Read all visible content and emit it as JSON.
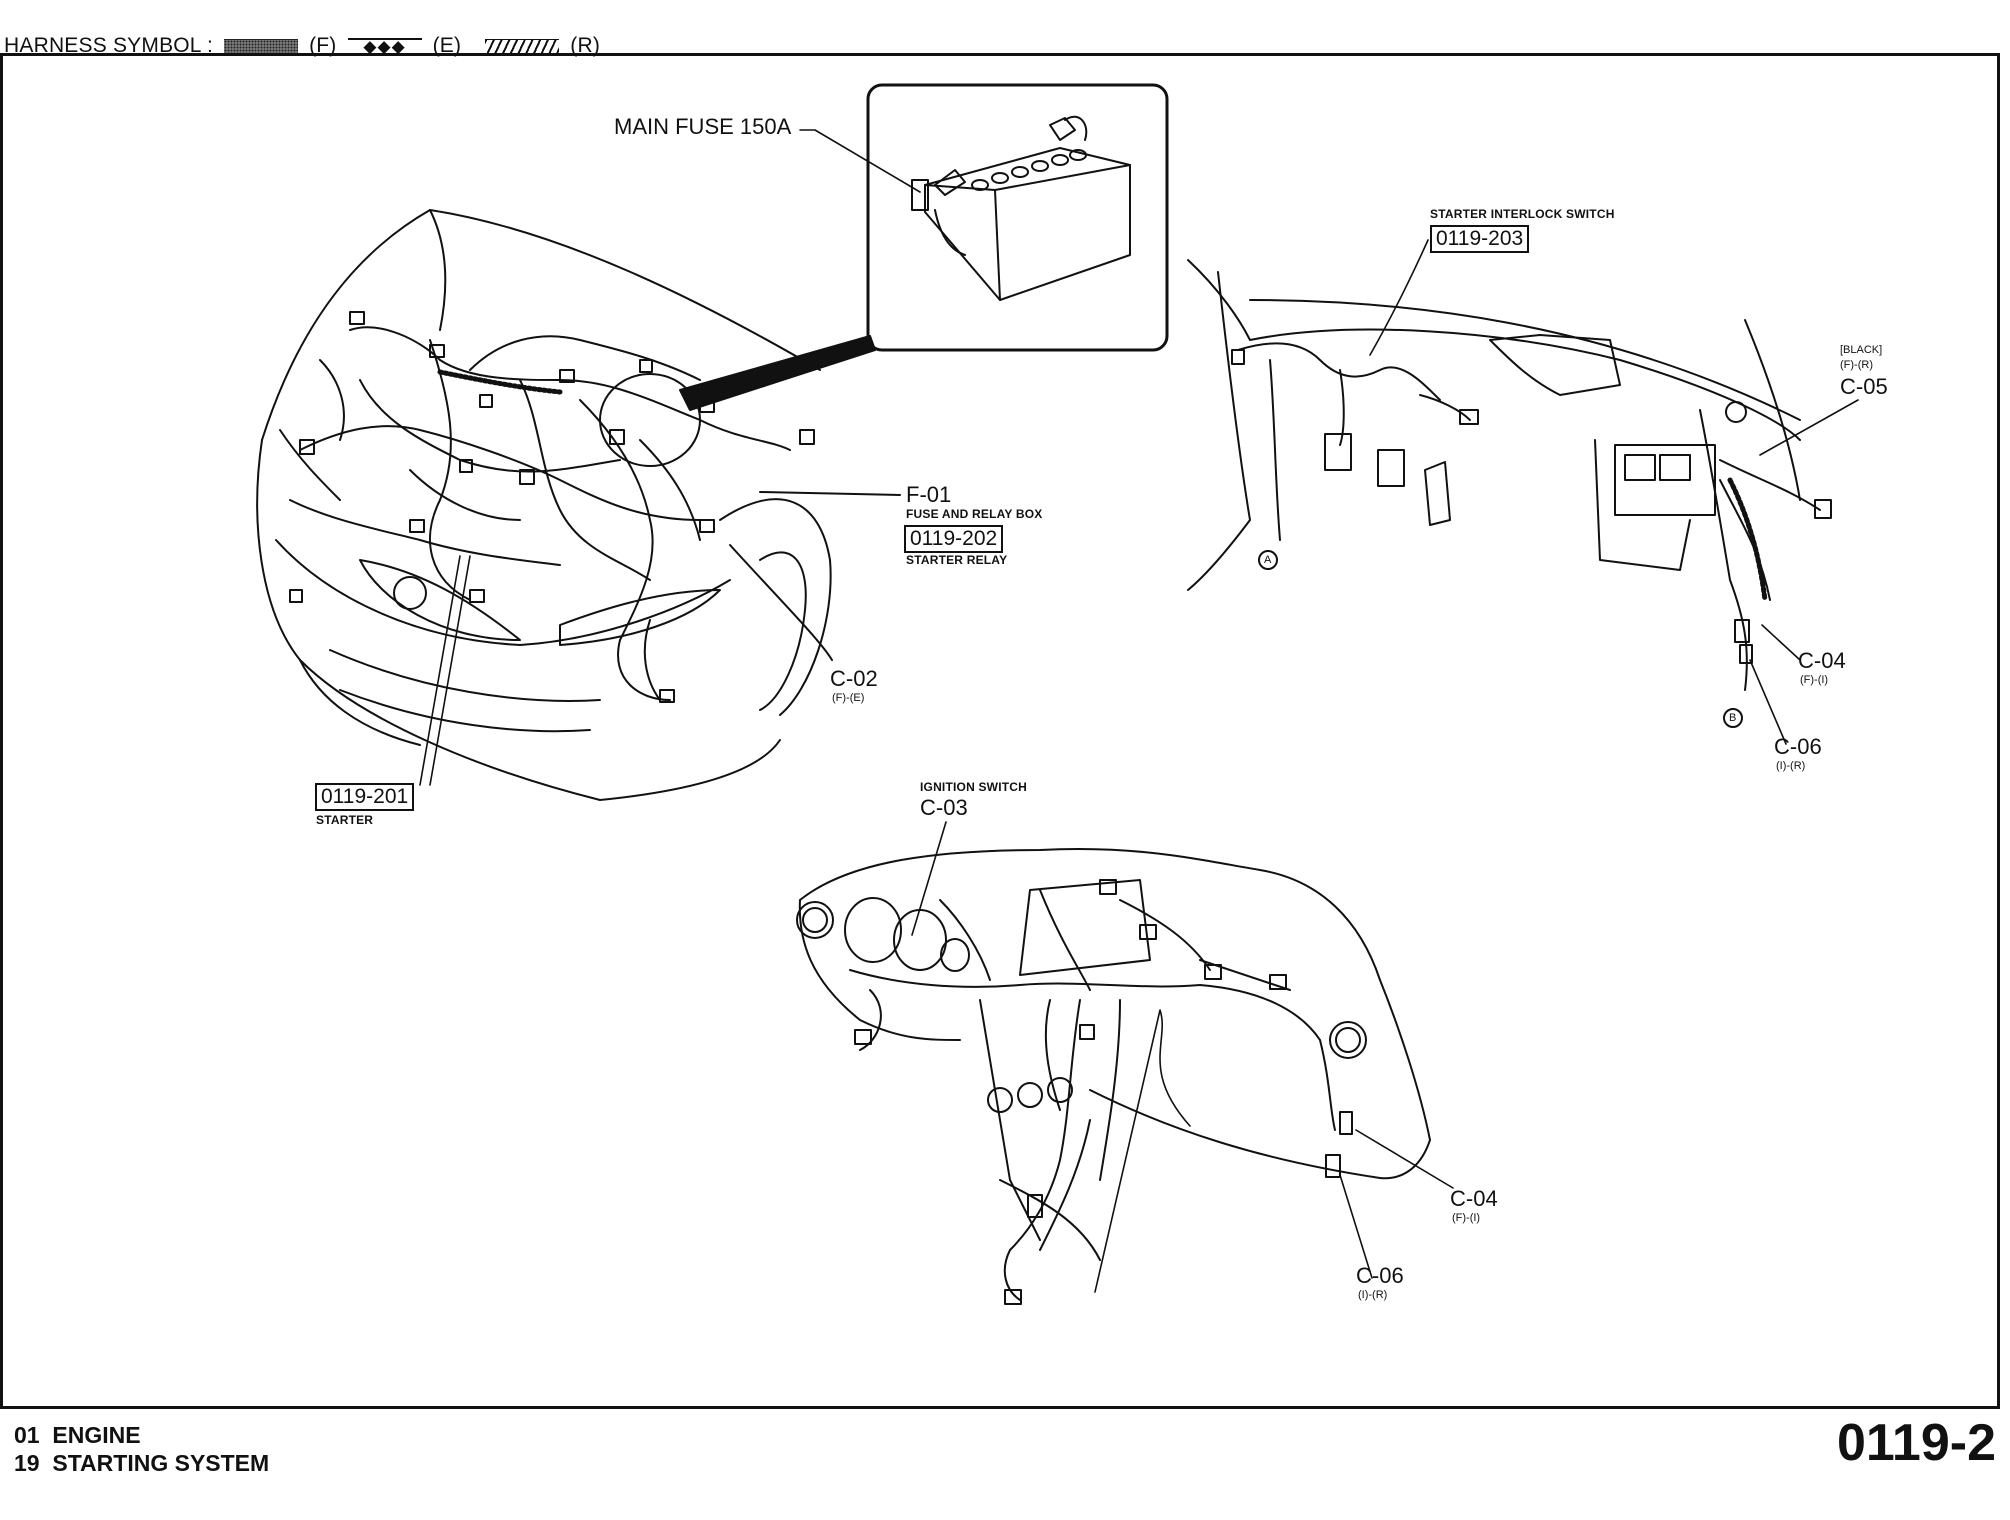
{
  "legend": {
    "prefix": "HARNESS SYMBOL :",
    "f": "(F)",
    "e_symbol": "◆◆◆",
    "e": "(E)",
    "r": "(R)"
  },
  "labels": {
    "main_fuse": "MAIN FUSE 150A",
    "f01": "F-01",
    "fuse_relay_box": "FUSE AND RELAY BOX",
    "ref_202": "0119-202",
    "starter_relay": "STARTER RELAY",
    "c02": "C-02",
    "c02_sub": "(F)-(E)",
    "ref_201": "0119-201",
    "starter": "STARTER",
    "interlock_switch": "STARTER INTERLOCK SWITCH",
    "ref_203": "0119-203",
    "black": "[BLACK]",
    "c05_sub": "(F)-(R)",
    "c05": "C-05",
    "c04_right": "C-04",
    "c04_right_sub": "(F)-(I)",
    "c06_right": "C-06",
    "c06_right_sub": "(I)-(R)",
    "marker_a": "A",
    "marker_b": "B",
    "ignition_switch": "IGNITION SWITCH",
    "c03": "C-03",
    "c04_bottom": "C-04",
    "c04_bottom_sub": "(F)-(I)",
    "c06_bottom": "C-06",
    "c06_bottom_sub": "(I)-(R)"
  },
  "footer": {
    "line1_num": "01",
    "line1_text": "ENGINE",
    "line2_num": "19",
    "line2_text": "STARTING SYSTEM",
    "page_number": "0119-2"
  }
}
